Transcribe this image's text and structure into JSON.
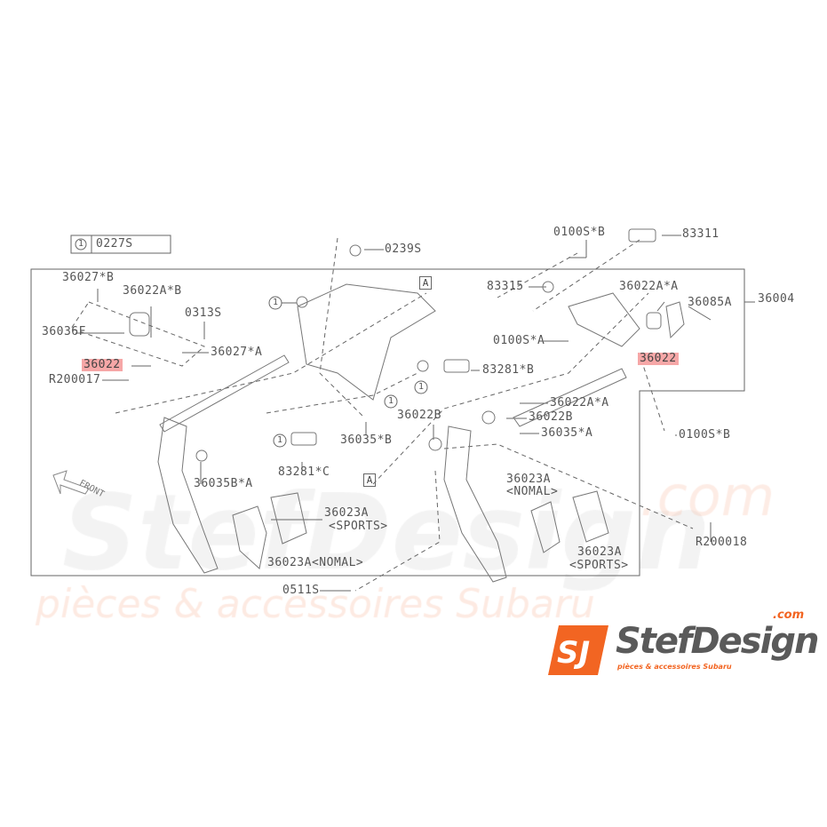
{
  "legend": {
    "circle_num": "1",
    "part": "0227S"
  },
  "labels": {
    "l36027B": "36027*B",
    "l36022AB": "36022A*B",
    "l0313S": "0313S",
    "l36036F": "36036F",
    "l36027A": "36027*A",
    "l36022_left": "36022",
    "lR200017": "R200017",
    "l0239S": "0239S",
    "l0100SB_top": "0100S*B",
    "l83311": "83311",
    "l83315": "83315",
    "l36022AA_top": "36022A*A",
    "l36085A": "36085A",
    "l36004": "36004",
    "l0100SA": "0100S*A",
    "l36022_right": "36022",
    "l83281B": "83281*B",
    "l36022AA_mid": "36022A*A",
    "l36022B_left": "36022B",
    "l36022B_right": "36022B",
    "l36035A": "36035*A",
    "l0100SB_bot": "0100S*B",
    "l36035B": "36035*B",
    "l83281C": "83281*C",
    "l36035BA": "36035B*A",
    "l36023A_nomal_r": "36023A",
    "l36023A_nomal_r_sub": "<NOMAL>",
    "l36023A_sports_l": "36023A",
    "l36023A_sports_l_sub": "<SPORTS>",
    "l36023A_nomal_l": "36023A<NOMAL>",
    "l36023A_sports_r": "36023A",
    "l36023A_sports_r_sub": "<SPORTS>",
    "lR200018": "R200018",
    "l0511S": "0511S",
    "front": "FRONT",
    "ref_a": "A",
    "circle_1": "1"
  },
  "watermark": {
    "main": "StefDesign",
    "com": ".com",
    "sub": "pièces & accessoires Subaru"
  },
  "logo": {
    "mark": "SJ",
    "name": "StefDesign",
    "com": ".com",
    "tagline": "pièces & accessoires Subaru"
  },
  "colors": {
    "highlight": "#f6a7a7",
    "brand": "#f26522",
    "line": "#666666"
  }
}
